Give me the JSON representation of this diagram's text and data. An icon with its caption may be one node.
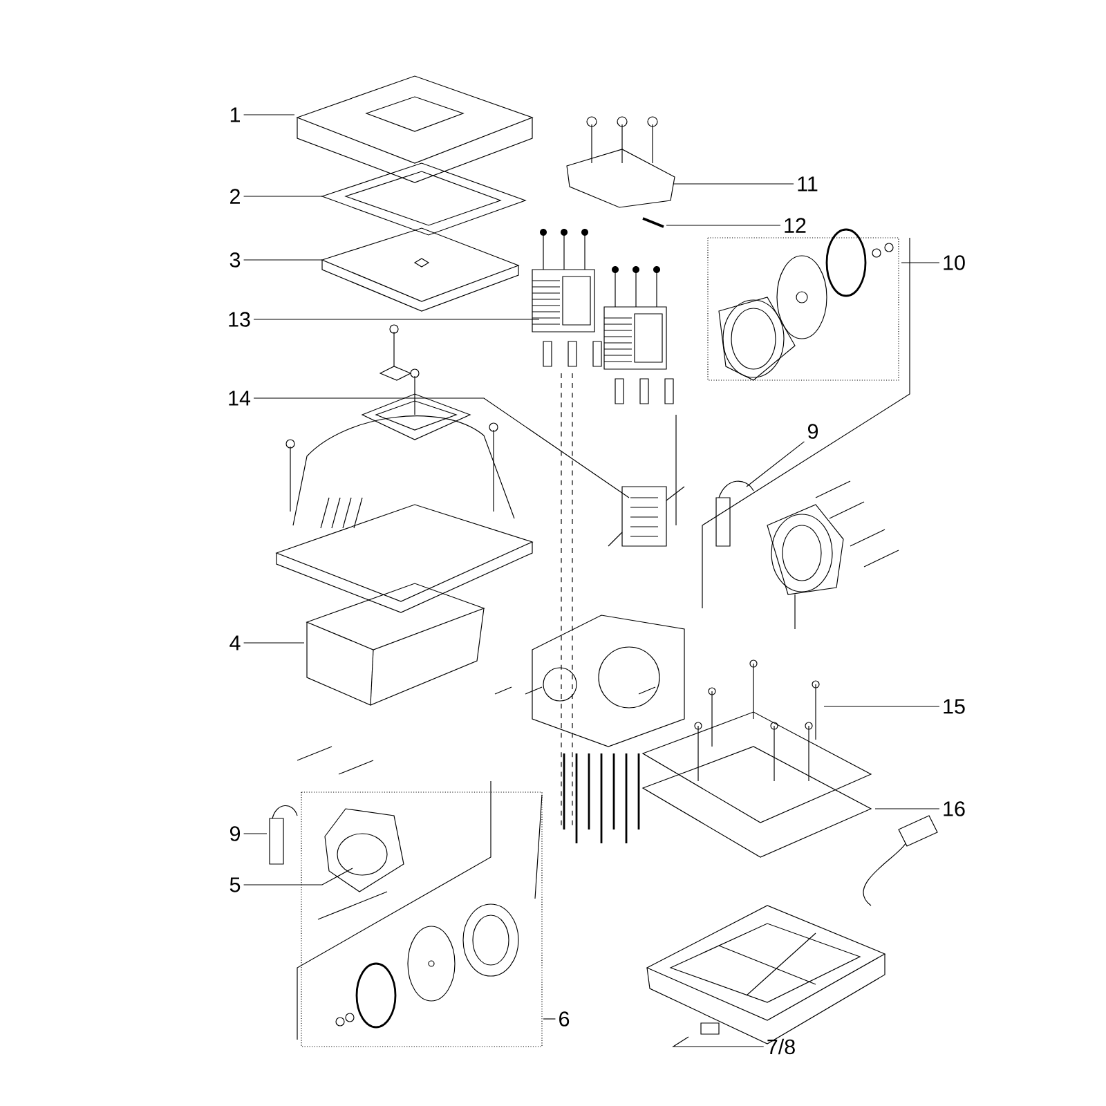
{
  "diagram": {
    "nodes": [
      {
        "text": [
          "1"
        ]
      },
      {
        "text": [
          "11"
        ]
      },
      {
        "text": [
          "2"
        ]
      },
      {
        "text": [
          "12"
        ]
      },
      {
        "text": [
          "3"
        ]
      },
      {
        "text": [
          "10"
        ]
      },
      {
        "text": [
          "13"
        ]
      },
      {
        "text": [
          "14"
        ]
      },
      {
        "text": [
          "9"
        ]
      },
      {
        "text": [
          "4"
        ]
      },
      {
        "text": [
          "15"
        ]
      },
      {
        "text": [
          "16"
        ]
      },
      {
        "text": [
          "9"
        ]
      },
      {
        "text": [
          "5"
        ]
      },
      {
        "text": [
          "6"
        ]
      },
      {
        "text": [
          "7/8"
        ]
      }
    ],
    "edges": [
      {
        "from": 0,
        "to": null,
        "arrow": "none"
      },
      {
        "from": 1,
        "to": null,
        "arrow": "none"
      },
      {
        "from": 2,
        "to": null,
        "arrow": "none"
      },
      {
        "from": 3,
        "to": null,
        "arrow": "none"
      },
      {
        "from": 4,
        "to": null,
        "arrow": "none"
      },
      {
        "from": 5,
        "to": null,
        "arrow": "none"
      },
      {
        "from": 6,
        "to": null,
        "arrow": "none"
      },
      {
        "from": 7,
        "to": null,
        "arrow": "none"
      },
      {
        "from": 8,
        "to": null,
        "arrow": "none"
      },
      {
        "from": 9,
        "to": null,
        "arrow": "none"
      },
      {
        "from": 10,
        "to": null,
        "arrow": "none"
      },
      {
        "from": 11,
        "to": null,
        "arrow": "none"
      },
      {
        "from": 12,
        "to": null,
        "arrow": "none"
      },
      {
        "from": 13,
        "to": null,
        "arrow": "none"
      },
      {
        "from": 14,
        "to": null,
        "arrow": "none"
      },
      {
        "from": 15,
        "to": null,
        "arrow": "none"
      }
    ]
  }
}
